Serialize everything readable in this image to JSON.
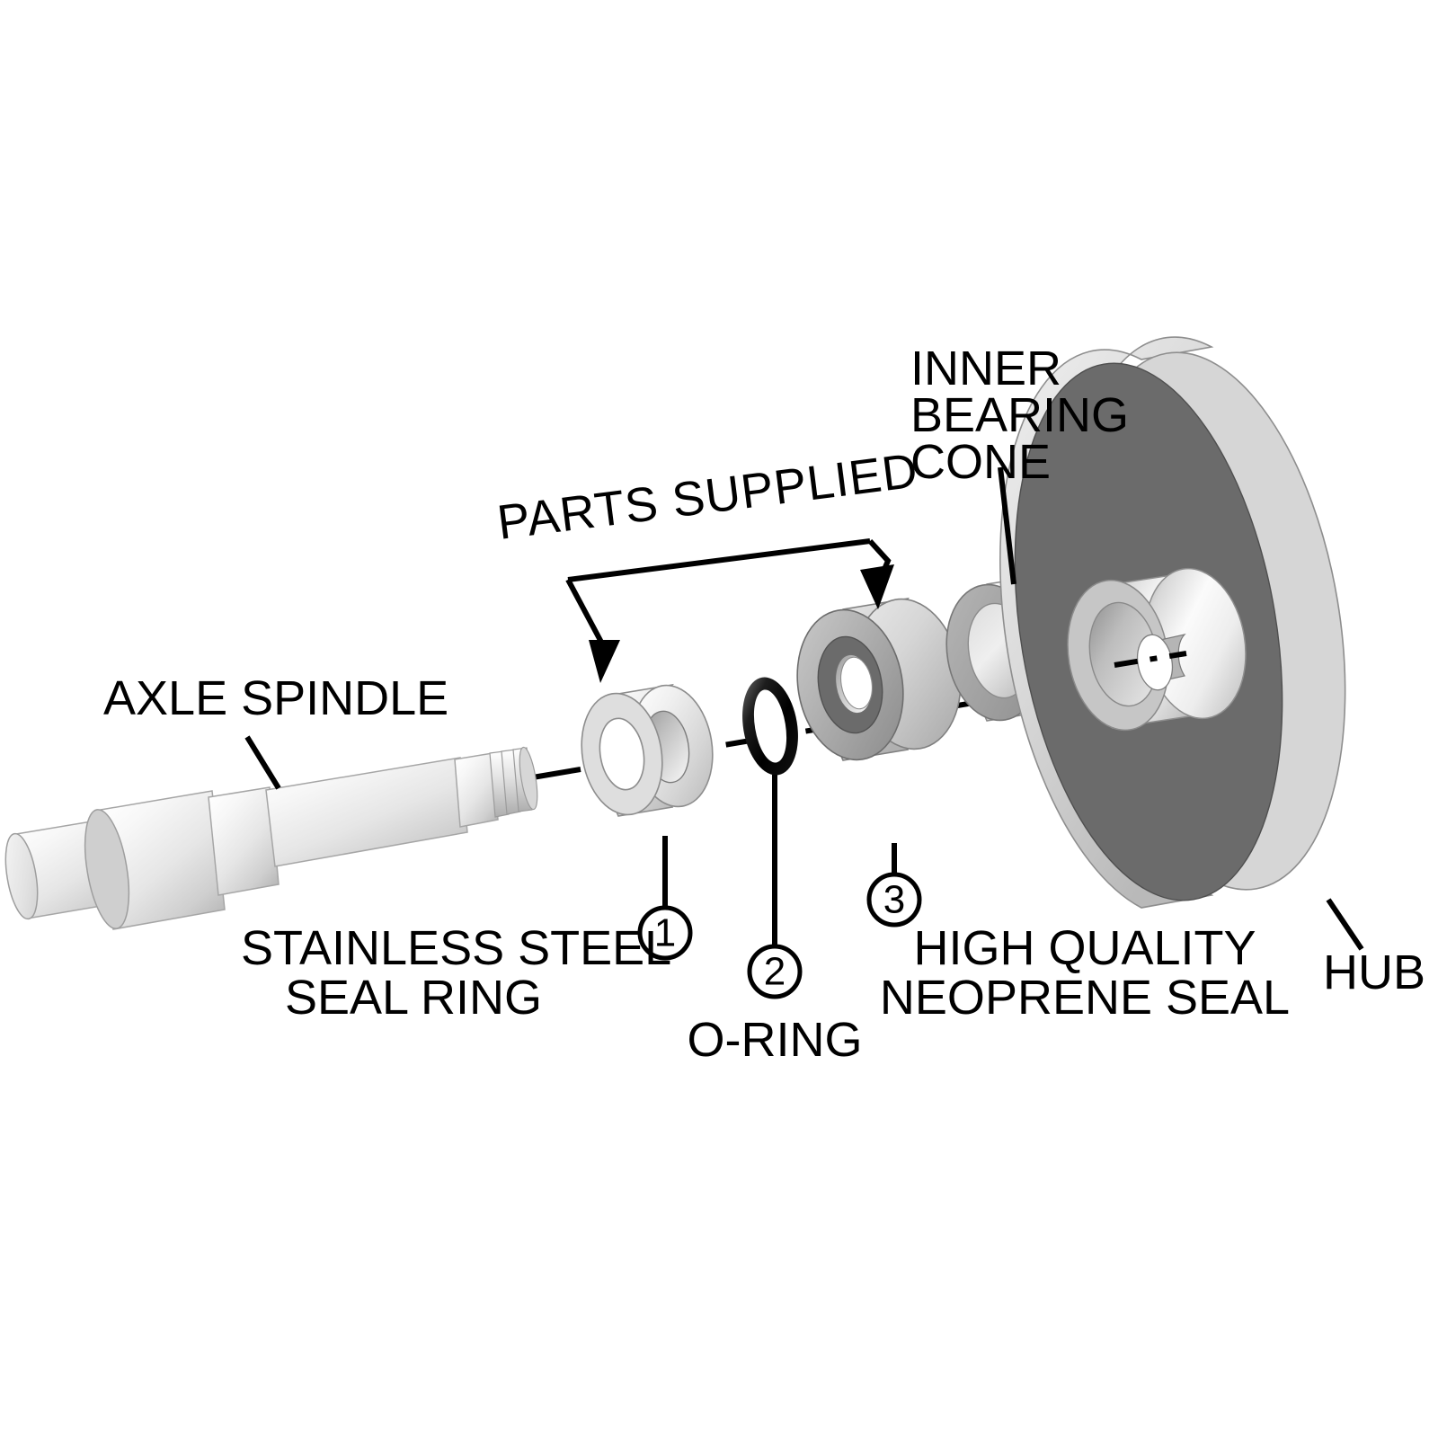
{
  "diagram": {
    "title": "Exploded assembly view of hub, bearing and seal components",
    "background_color": "#FFFFFF",
    "line_color": "#000000",
    "callout_label": "PARTS SUPPLIED",
    "labels": {
      "axle_spindle": "AXLE SPINDLE",
      "stainless_steel_seal_ring_line1": "STAINLESS STEEL",
      "stainless_steel_seal_ring_line2": "SEAL RING",
      "o_ring": "O-RING",
      "high_quality_seal_line1": "HIGH QUALITY",
      "high_quality_seal_line2": "NEOPRENE SEAL",
      "inner_bearing_cone_line1": "INNER",
      "inner_bearing_cone_line2": "BEARING",
      "inner_bearing_cone_line3": "CONE",
      "hub": "HUB"
    },
    "callout_numbers": [
      {
        "id": "1",
        "text": "1",
        "part": "STAINLESS STEEL SEAL RING"
      },
      {
        "id": "2",
        "text": "2",
        "part": "O-RING"
      },
      {
        "id": "3",
        "text": "3",
        "part": "HIGH QUALITY NEOPRENE SEAL"
      }
    ],
    "parts": [
      {
        "name": "AXLE SPINDLE",
        "color": "#E8E8E8",
        "supplied": false
      },
      {
        "name": "STAINLESS STEEL SEAL RING",
        "color": "#D9D9D9",
        "supplied": true,
        "number": "1"
      },
      {
        "name": "O-RING",
        "color": "#111111",
        "supplied": true,
        "number": "2"
      },
      {
        "name": "HIGH QUALITY NEOPRENE SEAL",
        "color": "#A8A8A8",
        "supplied": true,
        "number": "3"
      },
      {
        "name": "INNER BEARING CONE",
        "color": "#C9C9C9",
        "supplied": false
      },
      {
        "name": "HUB",
        "color": "#6B6B6B",
        "supplied": false
      }
    ],
    "colors": {
      "hub_face": "#6B6B6B",
      "hub_rim_light": "#D2D2D2",
      "seal_outer": "#A8A8A8",
      "seal_inner_dark": "#6E6E6E",
      "metal_light": "#F2F2F2",
      "metal_mid": "#C4C4C4",
      "oring_black": "#0D0D0D",
      "stroke": "#000000"
    }
  }
}
